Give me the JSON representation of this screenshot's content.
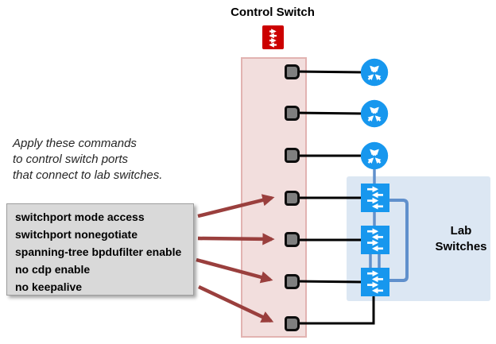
{
  "title": "Control Switch",
  "note": {
    "line1": "Apply these commands",
    "line2": "to control switch ports",
    "line3": "that connect to lab switches."
  },
  "command_box": {
    "line1": "switchport mode access",
    "line2": "switchport nonegotiate",
    "line3": "spanning-tree bpdufilter enable",
    "line4": "no cdp enable",
    "line5": "no keepalive"
  },
  "lab": {
    "line1": "Lab",
    "line2": "Switches"
  },
  "icons": {
    "control_switch": "red-switch-icon",
    "routers": "router-icon",
    "lab_switches": "workgroup-switch-icon"
  },
  "colors": {
    "device_blue": "#1797EE",
    "control_red": "#CC0000",
    "port_gray": "#7F7F7F",
    "pink_panel": "#F2DEDD",
    "lab_panel": "#DCE7F3",
    "arrow_red": "#9A3F3D",
    "link_blue": "#6090CC",
    "command_box_gray": "#D9D9D9"
  }
}
